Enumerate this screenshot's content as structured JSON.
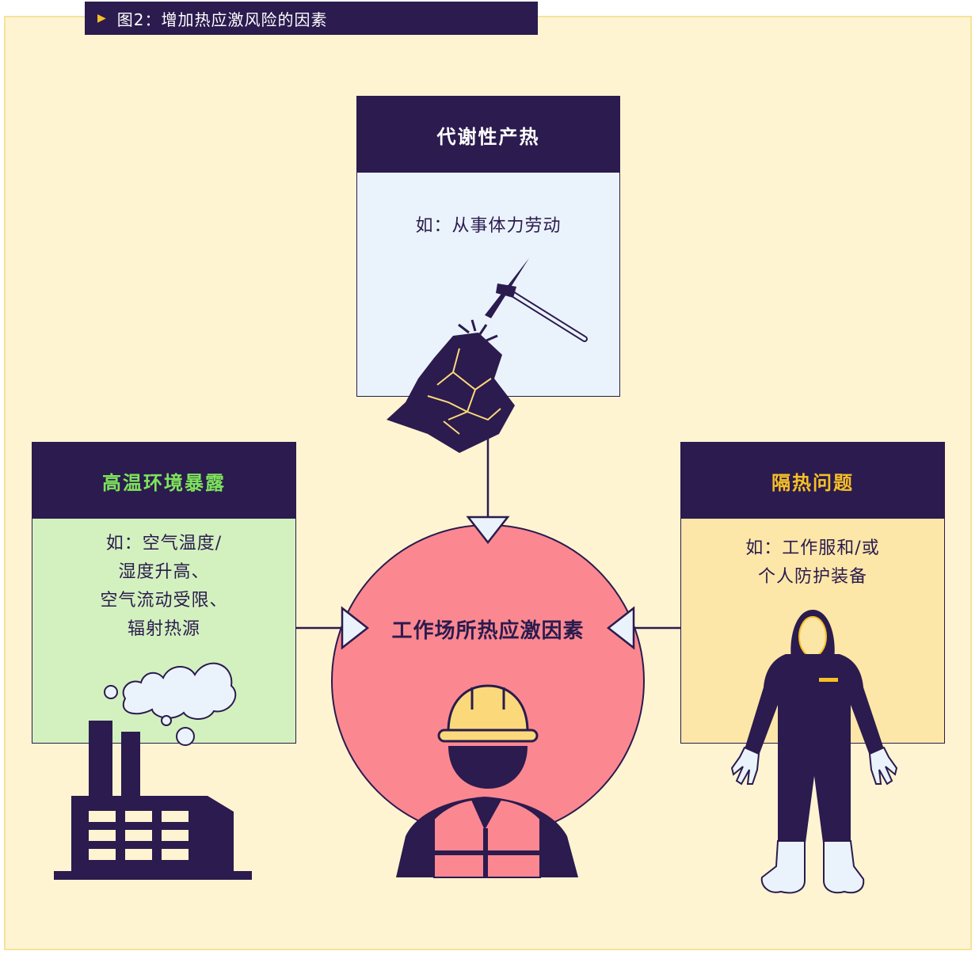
{
  "figure": {
    "title": "图2：增加热应激风险的因素"
  },
  "factors": {
    "metabolic": {
      "title": "代谢性产热",
      "example": "如：从事体力劳动"
    },
    "environment": {
      "title": "高温环境暴露",
      "example": "如：空气温度/\n湿度升高、\n空气流动受限、\n辐射热源"
    },
    "insulation": {
      "title": "隔热问题",
      "example": "如：工作服和/或\n个人防护装备"
    }
  },
  "center": {
    "label": "工作场所热应激因素"
  },
  "colors": {
    "navy": "#2b1b4e",
    "background": "#fff4d2",
    "circle": "#fb8890",
    "environment_title": "#7ee35c",
    "insulation_title": "#f6c026",
    "hardhat": "#fbd97a"
  },
  "icons": [
    "play-triangle-icon",
    "pickaxe-rock-icon",
    "factory-smoke-icon",
    "worker-hardhat-icon",
    "protective-suit-icon"
  ]
}
